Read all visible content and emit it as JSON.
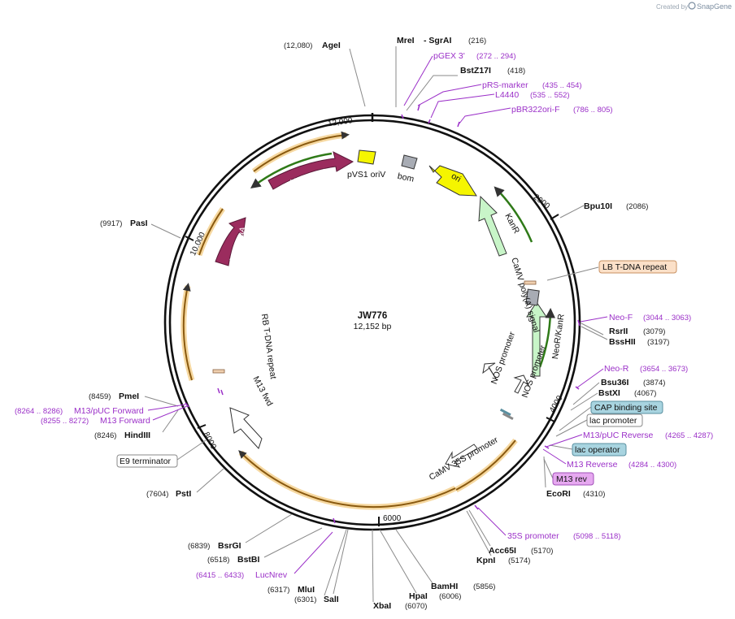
{
  "watermark": {
    "created_by": "Created by",
    "brand": "SnapGene"
  },
  "plasmid": {
    "name": "JW776",
    "length": "12,152 bp"
  },
  "ticks": [
    "2000",
    "4000",
    "6000",
    "8000",
    "10,000",
    "12,000"
  ],
  "enzymes": [
    {
      "name": "AgeI",
      "pos": "(12,080)"
    },
    {
      "name": "MreI",
      "pos": ""
    },
    {
      "name": "- SgrAI",
      "pos": "(216)"
    },
    {
      "name": "BstZ17I",
      "pos": "(418)"
    },
    {
      "name": "Bpu10I",
      "pos": "(2086)"
    },
    {
      "name": "RsrII",
      "pos": "(3079)"
    },
    {
      "name": "BssHII",
      "pos": "(3197)"
    },
    {
      "name": "Bsu36I",
      "pos": "(3874)"
    },
    {
      "name": "BstXI",
      "pos": "(4067)"
    },
    {
      "name": "EcoRI",
      "pos": "(4310)"
    },
    {
      "name": "Acc65I",
      "pos": "(5170)"
    },
    {
      "name": "KpnI",
      "pos": "(5174)"
    },
    {
      "name": "BamHI",
      "pos": "(5856)"
    },
    {
      "name": "HpaI",
      "pos": "(6006)"
    },
    {
      "name": "XbaI",
      "pos": "(6070)"
    },
    {
      "name": "SalI",
      "pos": "(6301)"
    },
    {
      "name": "MluI",
      "pos": "(6317)"
    },
    {
      "name": "BstBI",
      "pos": "(6518)"
    },
    {
      "name": "BsrGI",
      "pos": "(6839)"
    },
    {
      "name": "PstI",
      "pos": "(7604)"
    },
    {
      "name": "HindIII",
      "pos": "(8246)"
    },
    {
      "name": "PmeI",
      "pos": "(8459)"
    },
    {
      "name": "PasI",
      "pos": "(9917)"
    }
  ],
  "primers": [
    {
      "name": "pGEX 3'",
      "pos": "(272 .. 294)"
    },
    {
      "name": "pRS-marker",
      "pos": "(435 .. 454)"
    },
    {
      "name": "L4440",
      "pos": "(535 .. 552)"
    },
    {
      "name": "pBR322ori-F",
      "pos": "(786 .. 805)"
    },
    {
      "name": "Neo-F",
      "pos": "(3044 .. 3063)"
    },
    {
      "name": "Neo-R",
      "pos": "(3654 .. 3673)"
    },
    {
      "name": "M13/pUC Reverse",
      "pos": "(4265 .. 4287)"
    },
    {
      "name": "M13 Reverse",
      "pos": "(4284 .. 4300)"
    },
    {
      "name": "35S promoter",
      "pos": "(5098 .. 5118)"
    },
    {
      "name": "LucNrev",
      "pos": "(6415 .. 6433)"
    },
    {
      "name": "M13/pUC Forward",
      "pos": "(8264 .. 8286)"
    },
    {
      "name": "M13 Forward",
      "pos": "(8255 .. 8272)"
    }
  ],
  "boxed_features": [
    {
      "name": "LB T-DNA repeat",
      "fill": "#fbe0c8",
      "stroke": "#c89060"
    },
    {
      "name": "CAP binding site",
      "fill": "#a8d4e0",
      "stroke": "#5a8fa0"
    },
    {
      "name": "lac promoter",
      "fill": "#ffffff",
      "stroke": "#888888"
    },
    {
      "name": "lac operator",
      "fill": "#a8d4e0",
      "stroke": "#5a8fa0"
    },
    {
      "name": "M13 rev",
      "fill": "#e6a8f0",
      "stroke": "#a050b8"
    },
    {
      "name": "E9 terminator",
      "fill": "#ffffff",
      "stroke": "#888888"
    }
  ],
  "features": {
    "ori": "ori",
    "kanr": "KanR",
    "neor": "NeoR/KanR",
    "pvs1_repa": "pVS1 RepA",
    "pvs1_staa": "pVS1 StaA",
    "pvs1_oriv": "pVS1 oriV",
    "bom": "bom",
    "camv_polya": "CaMV poly(A) signal",
    "nos_promoter_1": "NOS promoter",
    "nos_promoter_2": "NOS promoter",
    "camv_35s": "CaMV 35S promoter",
    "rb_tdna": "RB T-DNA repeat",
    "m13_fwd": "M13 fwd"
  },
  "colors": {
    "backbone": "#111111",
    "enzyme_line": "#777777",
    "primer": "#9b30c8",
    "ori": "#f5f500",
    "kanr": "#c8f5c8",
    "pvs1": "#9b2c5e",
    "cds_orange": "#f0c060",
    "cds_green": "#a8d060"
  }
}
